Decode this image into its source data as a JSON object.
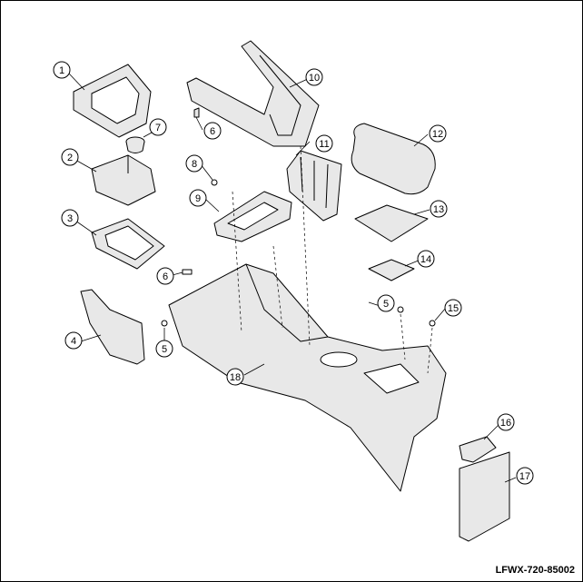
{
  "diagram": {
    "code": "LFWX-720-85002",
    "line_color": "#000000",
    "part_fill": "#e8e8e8",
    "callouts": [
      "1",
      "2",
      "3",
      "4",
      "5",
      "5",
      "6",
      "6",
      "7",
      "8",
      "9",
      "10",
      "11",
      "12",
      "13",
      "14",
      "15",
      "16",
      "17",
      "18"
    ]
  }
}
